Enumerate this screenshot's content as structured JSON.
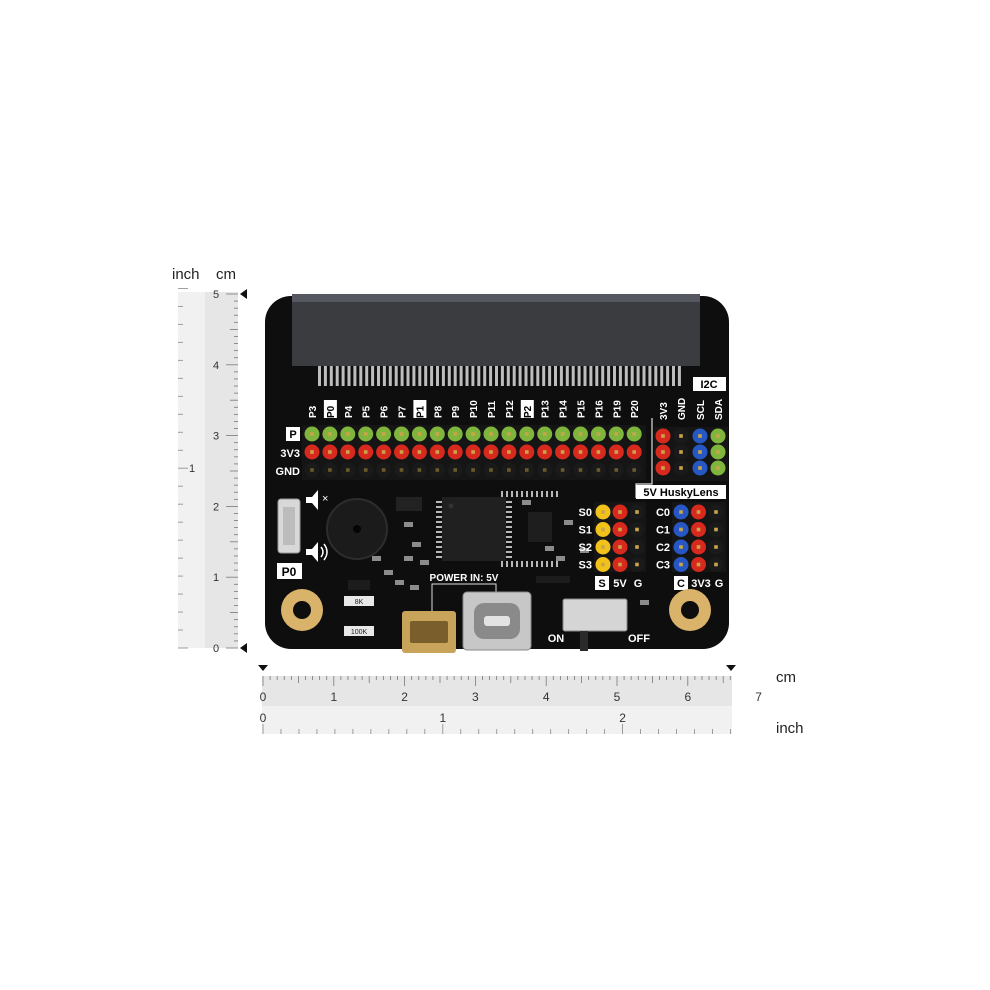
{
  "ruler_left": {
    "unit_inch": "inch",
    "unit_cm": "cm",
    "cm_ticks": [
      "0",
      "1",
      "2",
      "3",
      "4",
      "5"
    ],
    "inch_ticks": [
      "1"
    ]
  },
  "ruler_bottom": {
    "unit_cm": "cm",
    "unit_inch": "inch",
    "cm_ticks": [
      "0",
      "1",
      "2",
      "3",
      "4",
      "5",
      "6",
      "7"
    ],
    "inch_ticks": [
      "0",
      "1",
      "2"
    ]
  },
  "board": {
    "top_pin_labels": [
      "P3",
      "P0",
      "P4",
      "P5",
      "P6",
      "P7",
      "P1",
      "P8",
      "P9",
      "P10",
      "P11",
      "P12",
      "P2",
      "P13",
      "P14",
      "P15",
      "P16",
      "P19",
      "P20"
    ],
    "row_labels": [
      "P",
      "3V3",
      "GND"
    ],
    "i2c_title": "I2C",
    "i2c_labels": [
      "3V3",
      "GND",
      "SCL",
      "SDA"
    ],
    "huskylens_label": "5V HuskyLens",
    "servo_labels": [
      "S0",
      "S1",
      "S2",
      "S3"
    ],
    "servo_footer": [
      "S",
      "5V",
      "G"
    ],
    "c_labels": [
      "C0",
      "C1",
      "C2",
      "C3"
    ],
    "c_footer": [
      "C",
      "3V3",
      "G"
    ],
    "power_label": "POWER IN: 5V",
    "switch_on": "ON",
    "switch_off": "OFF",
    "p0_label": "P0",
    "mute_symbol": "×",
    "resistor_labels": [
      "8K",
      "100K"
    ],
    "colors": {
      "pcb": "#0e0e0e",
      "pin_green": "#7fb53c",
      "pin_red": "#d8291e",
      "pin_black": "#1a1a1a",
      "pin_blue": "#2757c4",
      "pin_yellow": "#f2c21a",
      "gold": "#d9b36a"
    }
  }
}
